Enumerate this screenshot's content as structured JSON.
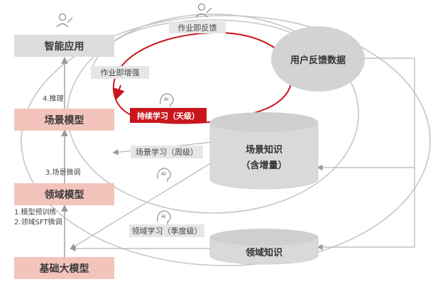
{
  "nodes": {
    "app": "智能应用",
    "scene_model": "场景模型",
    "domain_model": "领域模型",
    "base_model": "基础大模型",
    "feedback": "用户反馈数据",
    "scene_knowledge_line1": "场景知识",
    "scene_knowledge_line2": "（含增量）",
    "domain_knowledge": "领域知识"
  },
  "tags": {
    "instant_feedback": "作业即反馈",
    "instant_enhance": "作业即增强",
    "continuous_learning": "持续学习（天级）",
    "scene_learning": "场景学习（周级）",
    "domain_learning": "领域学习（季度级）"
  },
  "steps": {
    "inference": "4.推理",
    "scene_finetune": "3.场景微调",
    "pretrain": "1.模型预训练",
    "domain_sft": "2.领域SFT微调"
  },
  "icons": {
    "ai_badge_text": "AI",
    "user_icon": "user-edit-icon",
    "ai_icon": "ai-head-icon"
  },
  "colors": {
    "red": "#c8161d",
    "pink": "#f2c4bc",
    "gray_box": "#dcdcdc",
    "line": "#b0b0b0"
  }
}
